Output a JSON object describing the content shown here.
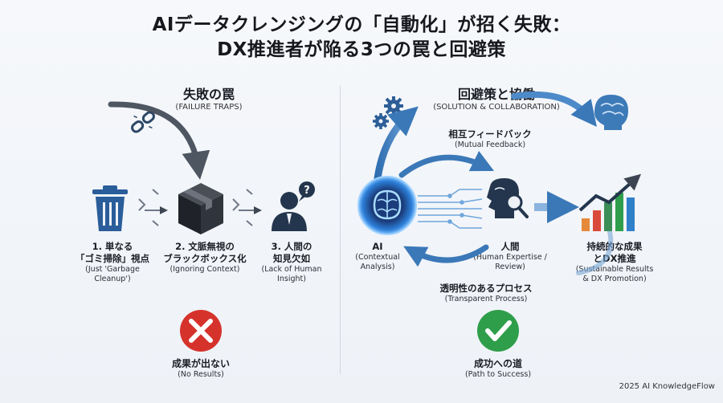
{
  "title": {
    "line1": "AIデータクレンジングの「自動化」が招く失敗：",
    "line2": "DX推進者が陥る3つの罠と回避策"
  },
  "left": {
    "heading": "失敗の罠",
    "heading_sub": "(FAILURE TRAPS)",
    "traps": [
      {
        "title1": "1. 単なる",
        "title2": "「ゴミ掃除」視点",
        "sub1": "(Just 'Garbage",
        "sub2": "Cleanup')",
        "icon": "trash-can-icon"
      },
      {
        "title1": "2. 文脈無視の",
        "title2": "ブラックボックス化",
        "sub1": "(Ignoring Context)",
        "sub2": "",
        "icon": "black-box-icon"
      },
      {
        "title1": "3. 人間の",
        "title2": "知見欠如",
        "sub1": "(Lack of Human",
        "sub2": "Insight)",
        "icon": "confused-person-icon"
      }
    ],
    "result": "成果が出ない",
    "result_sub": "(No Results)"
  },
  "right": {
    "heading": "回避策と協働",
    "heading_sub": "(SOLUTION & COLLABORATION)",
    "feedback": "相互フィードバック",
    "feedback_sub": "(Mutual Feedback)",
    "ai": {
      "title": "AI",
      "sub1": "(Contextual",
      "sub2": "Analysis)"
    },
    "human": {
      "title": "人間",
      "sub1": "(Human Expertise /",
      "sub2": "Review)"
    },
    "outcome": {
      "title1": "持続的な成果",
      "title2": "とDX推進",
      "sub1": "(Sustainable Results",
      "sub2": "& DX Promotion)"
    },
    "transparent": "透明性のあるプロセス",
    "transparent_sub": "(Transparent Process)",
    "result": "成功への道",
    "result_sub": "(Path to Success)"
  },
  "footer": "2025 AI KnowledgeFlow",
  "colors": {
    "fail_red": "#d6322c",
    "success_green": "#2f9e4a",
    "arrow_blue": "#3a78b8",
    "dark_icon": "#24364d"
  }
}
